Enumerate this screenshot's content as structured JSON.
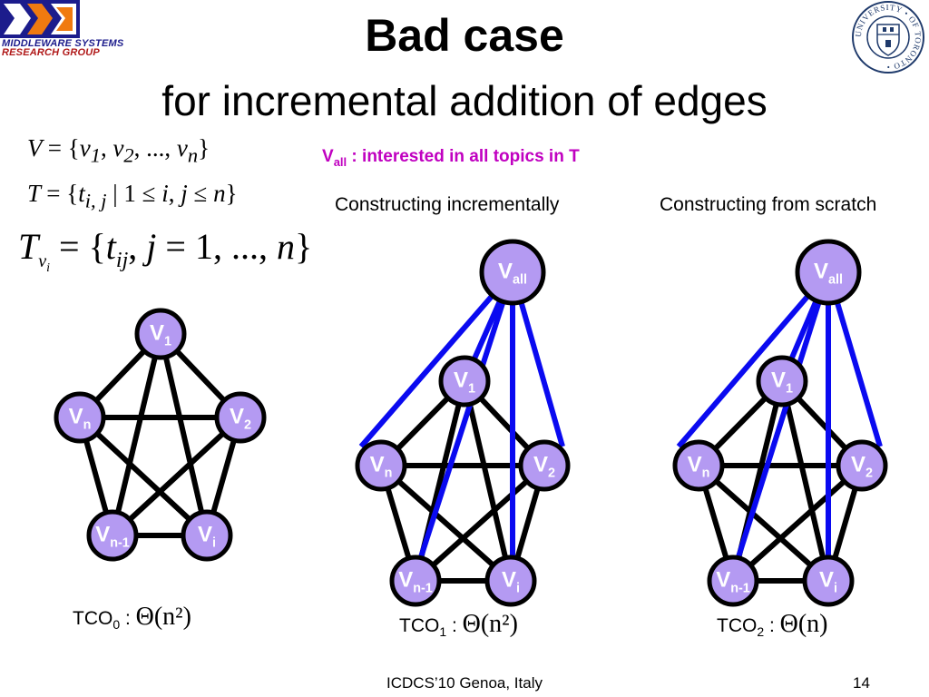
{
  "logo": {
    "line1": "MIDDLEWARE SYSTEMS",
    "line2": "RESEARCH GROUP",
    "colors": {
      "navy": "#1c1c8c",
      "orange": "#f07a10",
      "red": "#b01818"
    }
  },
  "seal": {
    "text": "UNIVERSITY • OF TORONTO •",
    "color": "#1f3a6b"
  },
  "title": "Bad case",
  "subtitle": "for incremental addition of edges",
  "equations": {
    "v_lhs": "V",
    "v_rhs": "= {v1, v2, ..., vn}",
    "t_lhs": "T",
    "t_rhs": "= {ti, j | 1 ≤ i, j ≤ n}",
    "tv_lhs": "Tvi",
    "tv_rhs": "= {tij, j = 1, ..., n}"
  },
  "vall_note": {
    "prefix": "V",
    "sub": "all",
    "text": " : interested in all topics in T",
    "color": "#c000c0"
  },
  "captions": {
    "incremental": "Constructing incrementally",
    "scratch": "Constructing from scratch"
  },
  "graph": {
    "node_fill": "#b49af2",
    "node_stroke": "#000000",
    "edge_color": "#000000",
    "vall_edge_color": "#0a0af0",
    "label_color": "#ffffff",
    "nodes": [
      {
        "base": "V",
        "sub": "1"
      },
      {
        "base": "V",
        "sub": "n"
      },
      {
        "base": "V",
        "sub": "2"
      },
      {
        "base": "V",
        "sub": "n-1"
      },
      {
        "base": "V",
        "sub": "i"
      }
    ],
    "vall": {
      "base": "V",
      "sub": "all"
    }
  },
  "tco": [
    {
      "label": "TCO",
      "sub": "0",
      "sep": " : ",
      "complexity": "Θ(n²)"
    },
    {
      "label": "TCO",
      "sub": "1",
      "sep": " : ",
      "complexity": "Θ(n²)"
    },
    {
      "label": "TCO",
      "sub": "2",
      "sep": " : ",
      "complexity": "Θ(n)"
    }
  ],
  "footer": {
    "venue": "ICDCS’10 Genoa, Italy",
    "page": "14"
  }
}
